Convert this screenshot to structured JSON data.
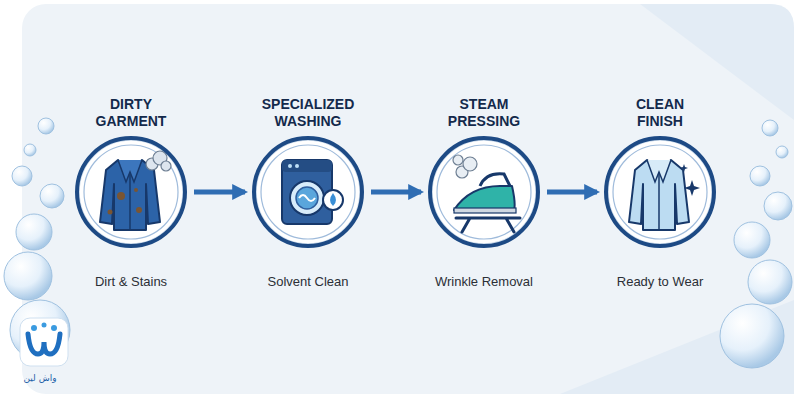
{
  "diagram": {
    "nodes": [
      {
        "text": [
          "DIRTY GARMENT",
          "Dirt & Stains"
        ]
      },
      {
        "text": [
          "SPECIALIZED WASHING",
          "Solvent Clean"
        ]
      },
      {
        "text": [
          "STEAM PRESSING",
          "Wrinkle Removal"
        ]
      },
      {
        "text": [
          "CLEAN FINISH",
          "Ready to Wear"
        ]
      }
    ],
    "edges": [
      {
        "from": 0,
        "to": 1,
        "arrow": "to"
      },
      {
        "from": 1,
        "to": 2,
        "arrow": "to"
      },
      {
        "from": 2,
        "to": 3,
        "arrow": "to"
      }
    ],
    "labels": [
      "واش لین"
    ]
  }
}
